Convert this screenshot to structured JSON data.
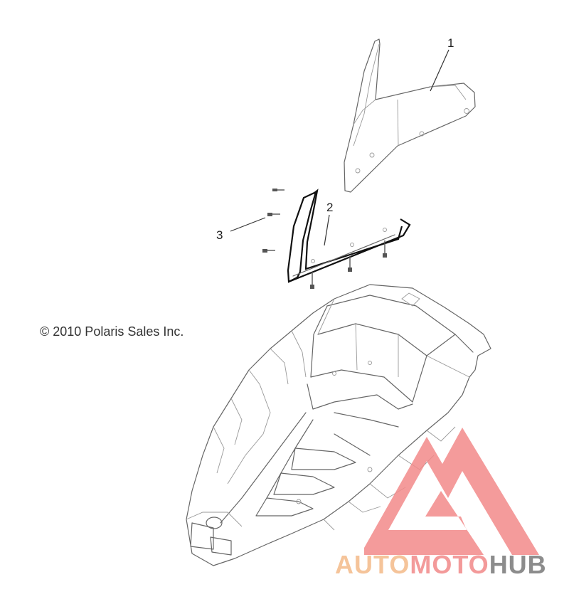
{
  "callouts": [
    {
      "label": "1"
    },
    {
      "label": "2"
    },
    {
      "label": "3"
    }
  ],
  "copyright": "© 2010 Polaris Sales Inc.",
  "watermark": {
    "part1": "AUTO",
    "part2": "MOTO",
    "part3": "HUB",
    "colors": {
      "auto": "#f5c49a",
      "moto": "#f39a9a",
      "hub": "#8c8c8c",
      "emblem": "#f28a8a"
    }
  }
}
